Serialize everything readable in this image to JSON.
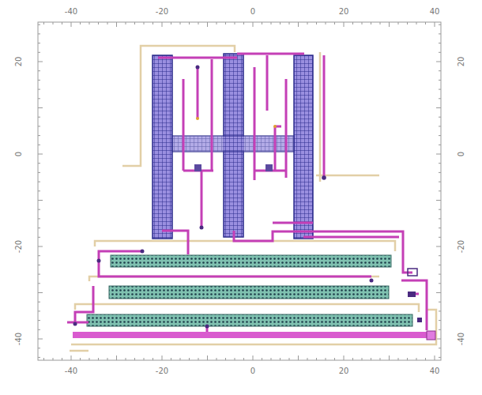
{
  "diagram": {
    "labels": [
      "-40",
      "-20",
      "0",
      "20",
      "40",
      "-40",
      "-20",
      "0",
      "20",
      "40",
      "20",
      "0",
      "-20",
      "-40",
      "20",
      "0",
      "-20",
      "-40"
    ]
  }
}
